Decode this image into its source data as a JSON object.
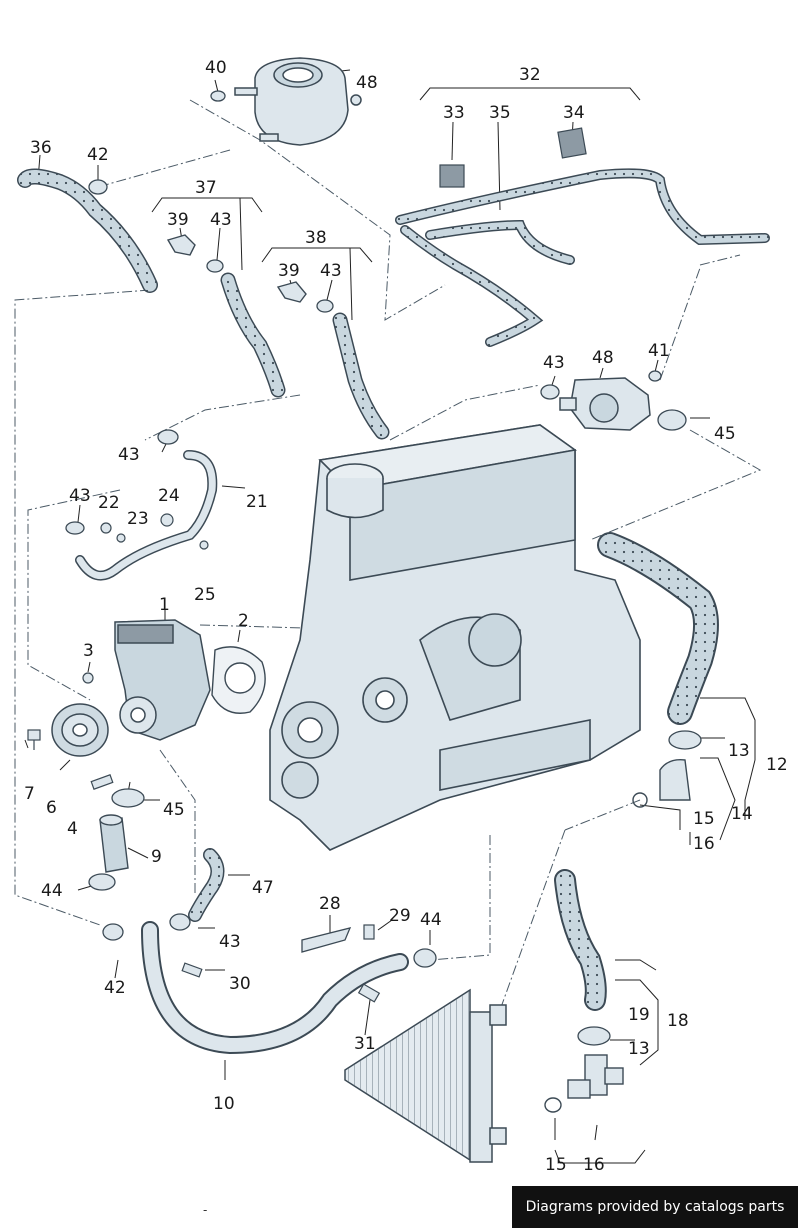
{
  "footer": {
    "text": "Diagrams provided by catalogs parts"
  },
  "bottom_mark": "-",
  "colors": {
    "part_fill": "#dde6ec",
    "part_stroke": "#3c4a55",
    "hose_fill": "#c9d7df",
    "leader": "#4b5a66"
  },
  "callouts": [
    {
      "id": "c40",
      "text": "40"
    },
    {
      "id": "c48a",
      "text": "48"
    },
    {
      "id": "c32",
      "text": "32"
    },
    {
      "id": "c33",
      "text": "33"
    },
    {
      "id": "c35",
      "text": "35"
    },
    {
      "id": "c34",
      "text": "34"
    },
    {
      "id": "c36",
      "text": "36"
    },
    {
      "id": "c42a",
      "text": "42"
    },
    {
      "id": "c37",
      "text": "37"
    },
    {
      "id": "c39a",
      "text": "39"
    },
    {
      "id": "c43a",
      "text": "43"
    },
    {
      "id": "c38",
      "text": "38"
    },
    {
      "id": "c39b",
      "text": "39"
    },
    {
      "id": "c43b",
      "text": "43"
    },
    {
      "id": "c43c",
      "text": "43"
    },
    {
      "id": "c48b",
      "text": "48"
    },
    {
      "id": "c41",
      "text": "41"
    },
    {
      "id": "c45a",
      "text": "45"
    },
    {
      "id": "c43d",
      "text": "43"
    },
    {
      "id": "c21",
      "text": "21"
    },
    {
      "id": "c43e",
      "text": "43"
    },
    {
      "id": "c22",
      "text": "22"
    },
    {
      "id": "c24",
      "text": "24"
    },
    {
      "id": "c23",
      "text": "23"
    },
    {
      "id": "c25",
      "text": "25"
    },
    {
      "id": "c1",
      "text": "1"
    },
    {
      "id": "c2",
      "text": "2"
    },
    {
      "id": "c3",
      "text": "3"
    },
    {
      "id": "c7",
      "text": "7"
    },
    {
      "id": "c6",
      "text": "6"
    },
    {
      "id": "c4",
      "text": "4"
    },
    {
      "id": "c45b",
      "text": "45"
    },
    {
      "id": "c9",
      "text": "9"
    },
    {
      "id": "c13a",
      "text": "13"
    },
    {
      "id": "c12",
      "text": "12"
    },
    {
      "id": "c15a",
      "text": "15"
    },
    {
      "id": "c14",
      "text": "14"
    },
    {
      "id": "c16a",
      "text": "16"
    },
    {
      "id": "c44a",
      "text": "44"
    },
    {
      "id": "c47",
      "text": "47"
    },
    {
      "id": "c28",
      "text": "28"
    },
    {
      "id": "c29",
      "text": "29"
    },
    {
      "id": "c44b",
      "text": "44"
    },
    {
      "id": "c43f",
      "text": "43"
    },
    {
      "id": "c42b",
      "text": "42"
    },
    {
      "id": "c30",
      "text": "30"
    },
    {
      "id": "c31",
      "text": "31"
    },
    {
      "id": "c10",
      "text": "10"
    },
    {
      "id": "c19",
      "text": "19"
    },
    {
      "id": "c18",
      "text": "18"
    },
    {
      "id": "c13b",
      "text": "13"
    },
    {
      "id": "c15b",
      "text": "15"
    },
    {
      "id": "c16b",
      "text": "16"
    }
  ]
}
